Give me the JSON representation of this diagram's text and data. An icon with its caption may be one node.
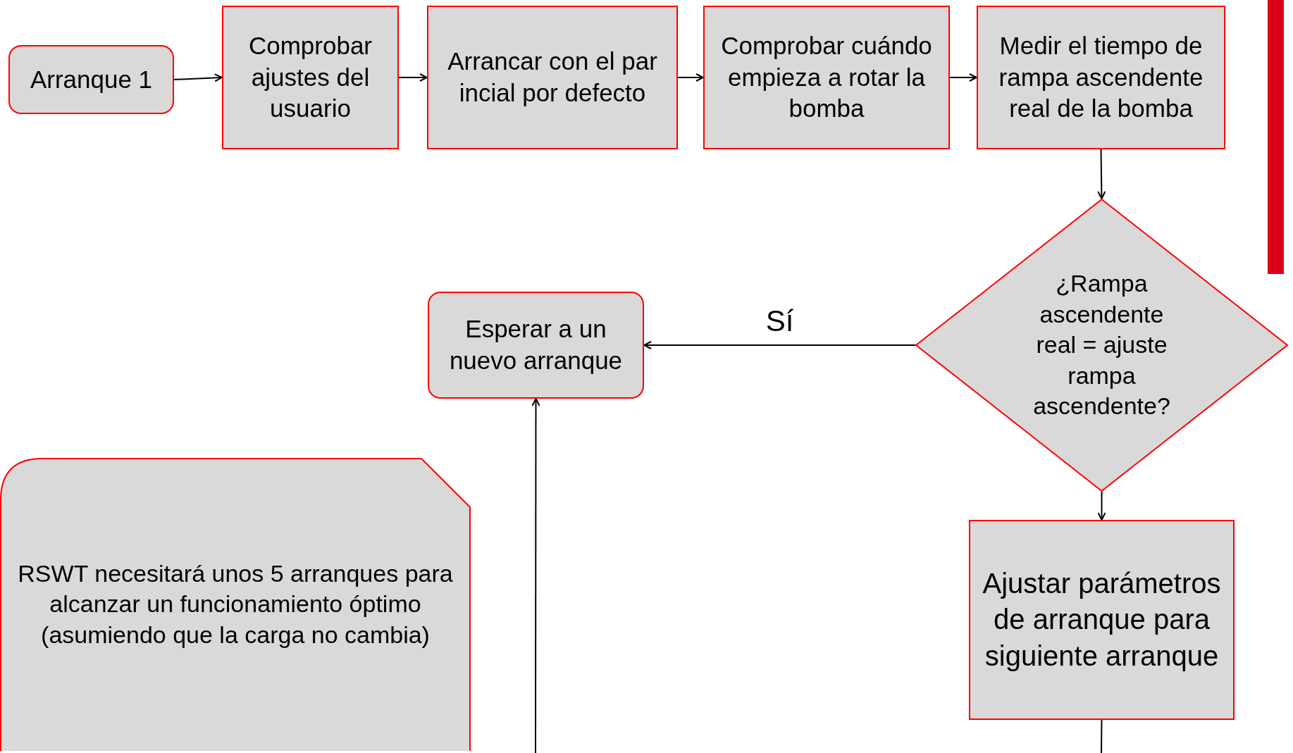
{
  "diagram": {
    "nodes": [
      {
        "text": [
          "Arranque 1"
        ]
      },
      {
        "text": [
          "Comprobar ajustes del usuario"
        ]
      },
      {
        "text": [
          "Arrancar con el par incial por defecto"
        ]
      },
      {
        "text": [
          "Comprobar cuándo empieza a rotar la bomba"
        ]
      },
      {
        "text": [
          "Medir el tiempo de rampa ascendente real de la bomba"
        ]
      },
      {
        "text": [
          "¿Rampa ascendente real = ajuste rampa ascendente?"
        ]
      },
      {
        "text": [
          "Esperar a un nuevo arranque"
        ]
      },
      {
        "text": [
          "RSWT necesitará unos 5 arranques para alcanzar un funcionamiento óptimo (asumiendo que la carga no cambia)"
        ]
      },
      {
        "text": [
          "Ajustar parámetros de arranque para siguiente arranque"
        ]
      }
    ],
    "edges": [
      {
        "from": 0,
        "to": 1,
        "arrow": "to"
      },
      {
        "from": 1,
        "to": 2,
        "arrow": "to"
      },
      {
        "from": 2,
        "to": 3,
        "arrow": "to"
      },
      {
        "from": 3,
        "to": 4,
        "arrow": "to"
      },
      {
        "from": 4,
        "to": 5,
        "arrow": "to"
      },
      {
        "from": 5,
        "to": 6,
        "arrow": "to",
        "label": "Sí"
      },
      {
        "from": 5,
        "to": 8,
        "arrow": "to"
      },
      {
        "from": 8,
        "to": null,
        "arrow": "none"
      },
      {
        "from": null,
        "to": 6,
        "arrow": "to"
      }
    ]
  }
}
